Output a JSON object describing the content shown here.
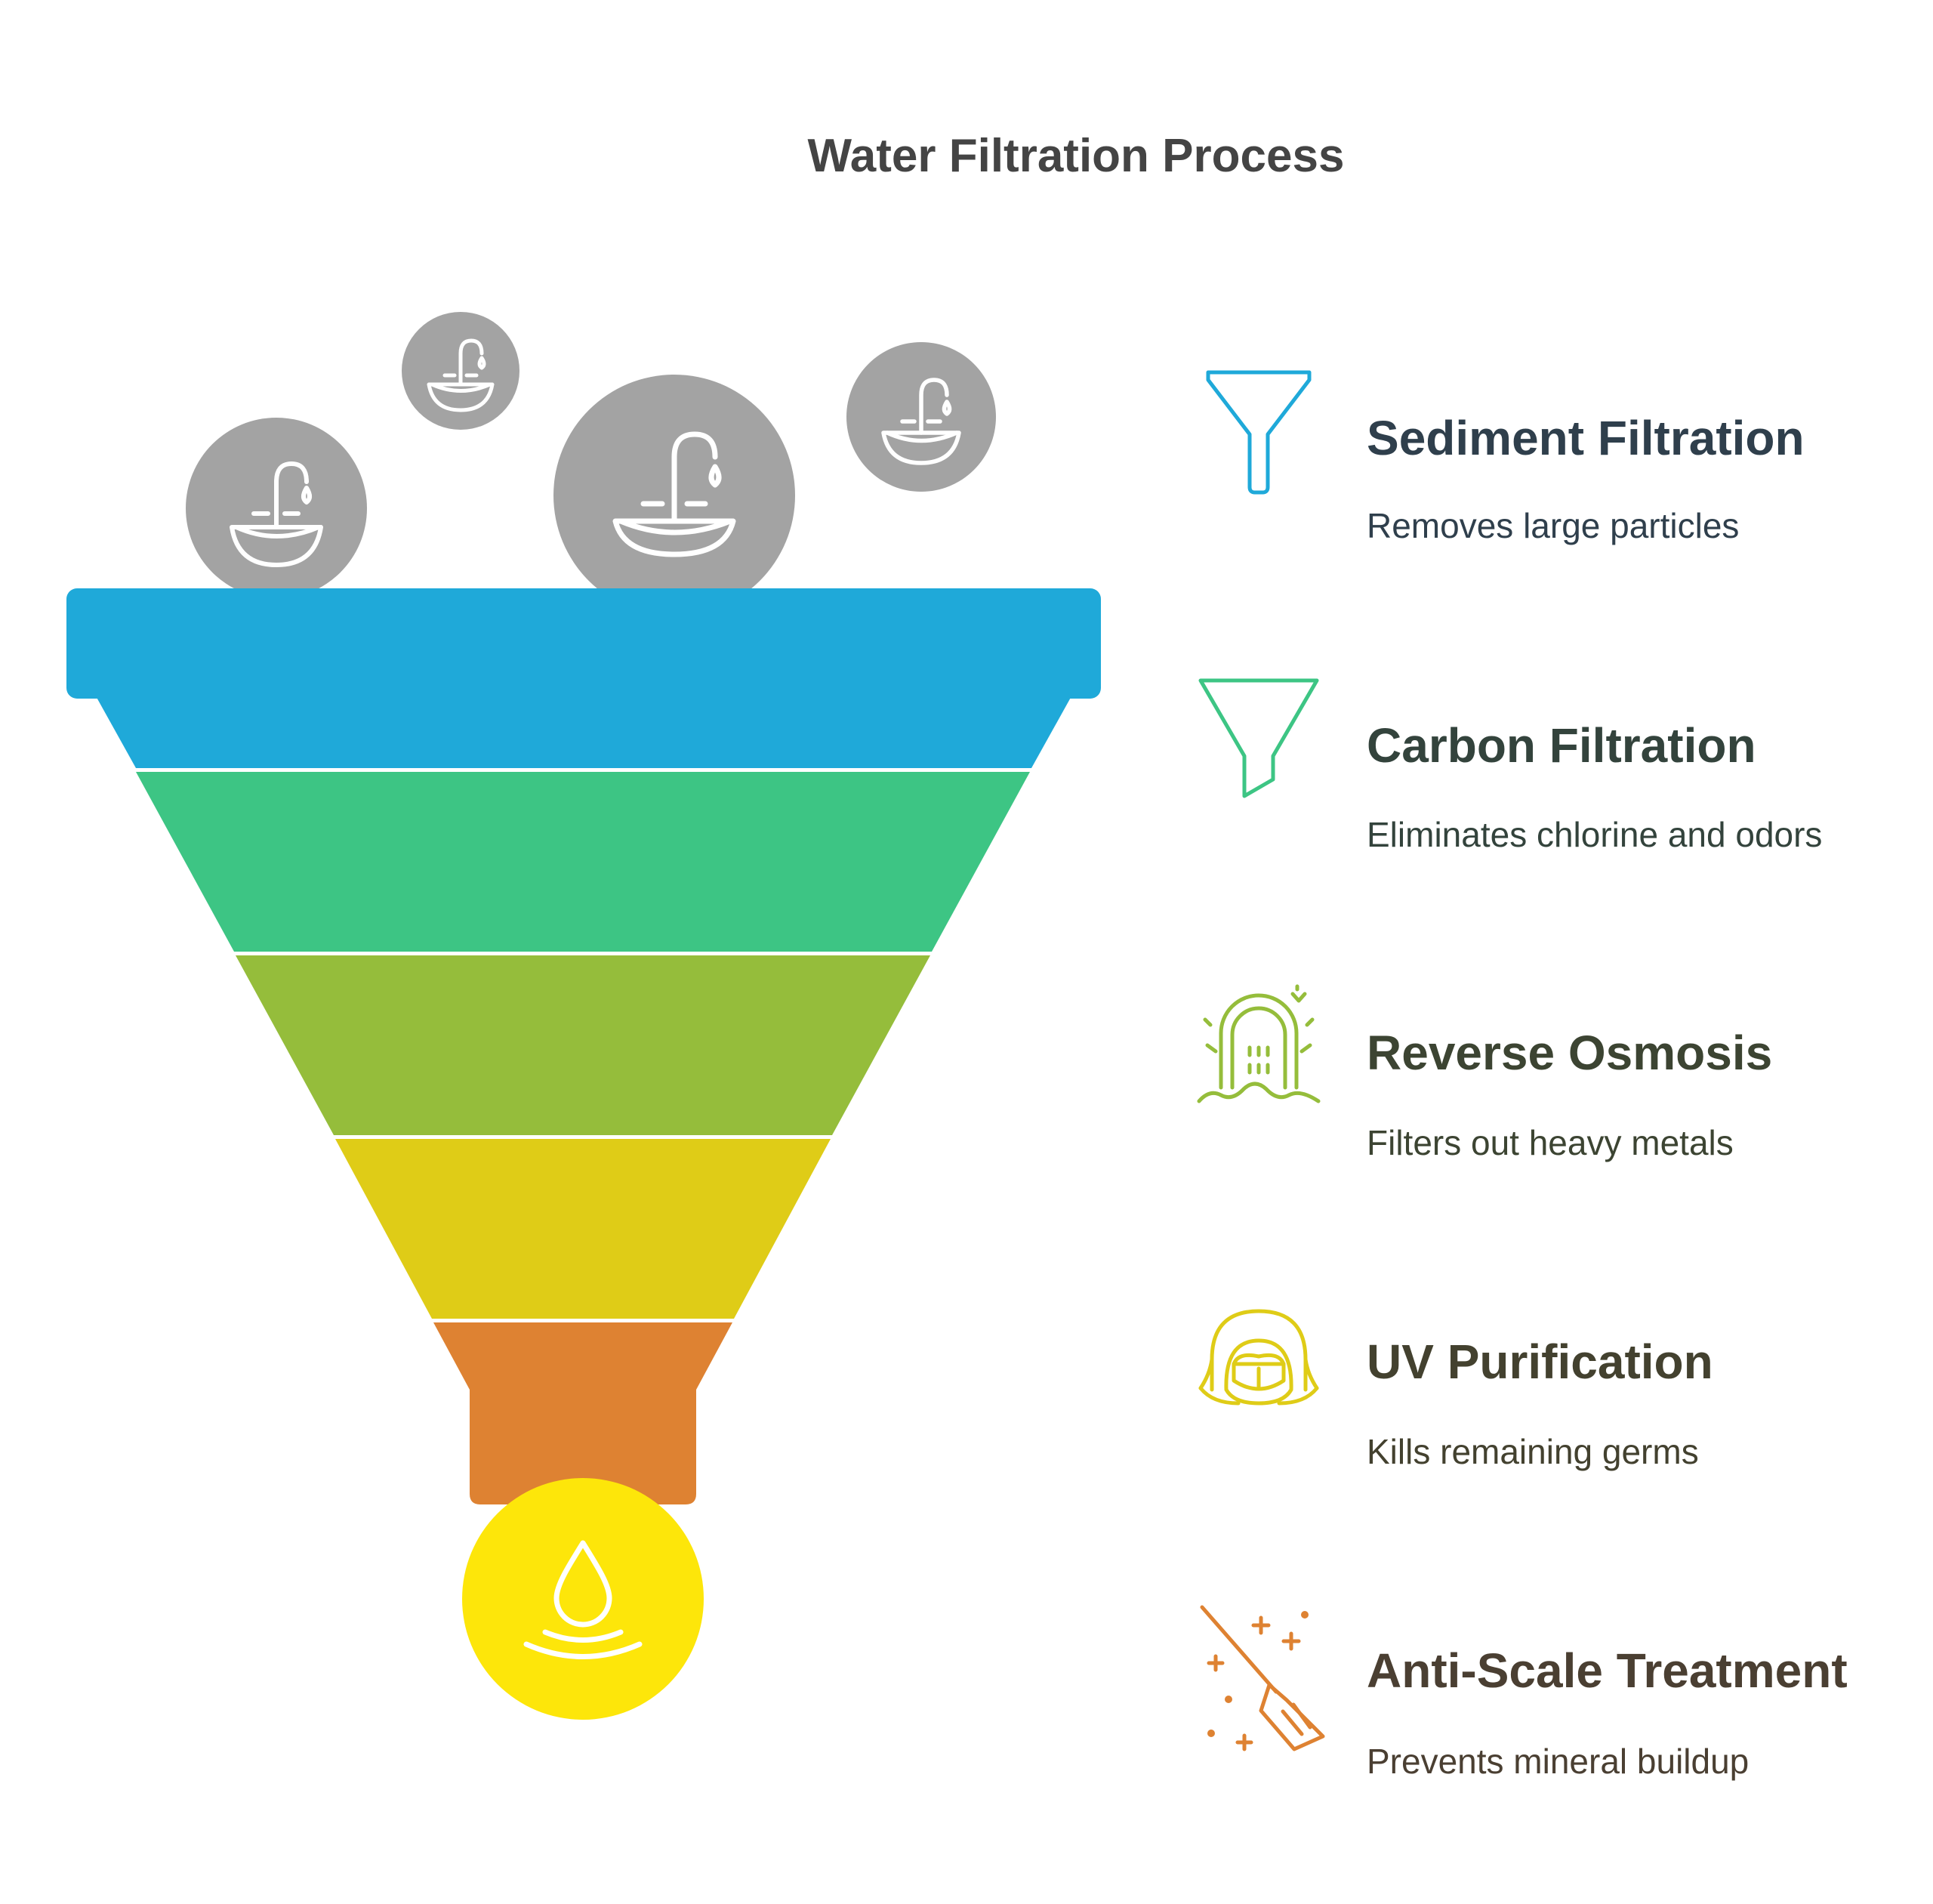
{
  "title": "Water Filtration Process",
  "colors": {
    "background": "#ffffff",
    "title": "#444444",
    "bubble": "#a3a3a3",
    "outlet": "#fde60a"
  },
  "bubbles": [
    {
      "name": "bubble-left",
      "icon": "faucet-sink-icon"
    },
    {
      "name": "bubble-small",
      "icon": "faucet-sink-icon"
    },
    {
      "name": "bubble-large",
      "icon": "faucet-sink-icon"
    },
    {
      "name": "bubble-right",
      "icon": "faucet-sink-icon"
    }
  ],
  "steps": [
    {
      "title": "Sediment Filtration",
      "description": "Removes large particles",
      "color": "#1fa9d9",
      "text_color": "#2f3f4c",
      "icon": "funnel-icon"
    },
    {
      "title": "Carbon Filtration",
      "description": "Eliminates chlorine and odors",
      "color": "#3dc584",
      "text_color": "#33433c",
      "icon": "funnel-icon"
    },
    {
      "title": "Reverse Osmosis",
      "description": "Filters out heavy metals",
      "color": "#95bd3b",
      "text_color": "#3c4432",
      "icon": "membrane-icon"
    },
    {
      "title": "UV Purification",
      "description": "Kills remaining germs",
      "color": "#dfcc17",
      "text_color": "#43412f",
      "icon": "masked-person-icon"
    },
    {
      "title": "Anti-Scale Treatment",
      "description": "Prevents mineral buildup",
      "color": "#de8232",
      "text_color": "#4a3f32",
      "icon": "broom-sparkle-icon"
    }
  ],
  "outlet": {
    "icon": "water-drop-icon"
  }
}
